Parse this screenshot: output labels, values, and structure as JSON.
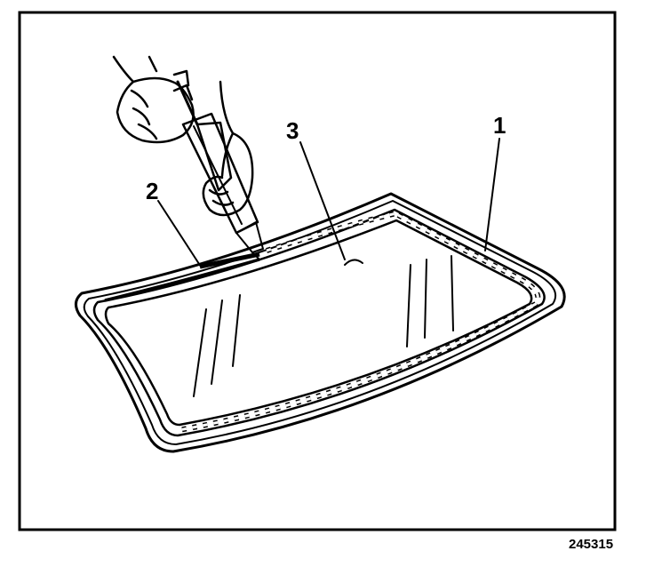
{
  "callouts": {
    "windshield": "1",
    "urethane_bead": "2",
    "primer_mark": "3"
  },
  "figure_id": "245315",
  "colors": {
    "ink": "#000000",
    "paper": "#ffffff"
  }
}
